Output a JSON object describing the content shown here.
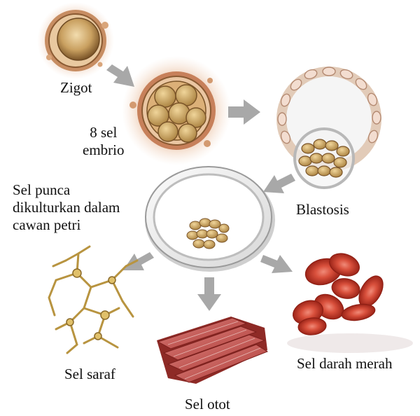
{
  "labels": {
    "zygote": "Zigot",
    "embryo_line1": "8 sel",
    "embryo_line2": "embrio",
    "blastocyst": "Blastosis",
    "culture_line1": "Sel punca",
    "culture_line2": "dikulturkan dalam",
    "culture_line3": "cawan petri",
    "nerve": "Sel saraf",
    "muscle": "Sel otot",
    "blood": "Sel darah merah"
  },
  "colors": {
    "arrow": "#a8a8a8",
    "cell_gold": "#c9a25c",
    "cell_rim": "#8a6a3a",
    "blastocyst_membrane": "#e6cfc6",
    "muscle": "#c0504d",
    "blood": "#c0392b",
    "nerve": "#d8b860"
  }
}
